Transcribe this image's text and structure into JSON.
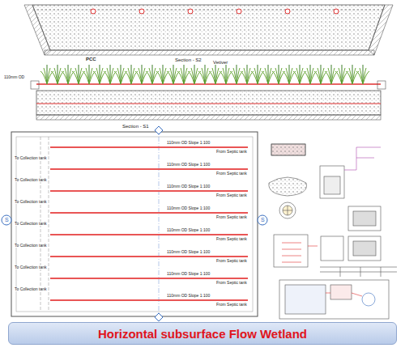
{
  "diagram": {
    "title": "Horizontal subsurface Flow Wetland",
    "labels": [
      "Section - S2",
      "PCC",
      "Vetiver",
      "110mm OD",
      "Section - S1",
      "S",
      "S",
      "110mm OD Slope 1:100",
      "From Septic tank",
      "110mm OD Slope 1:100",
      "From Septic tank",
      "110mm OD Slope 1:100",
      "From Septic tank",
      "110mm OD Slope 1:100",
      "From Septic tank",
      "110mm OD Slope 1:100",
      "From Septic tank",
      "110mm OD Slope 1:100",
      "From Septic tank",
      "110mm OD Slope 1:100",
      "From Septic tank",
      "110mm OD Slope 1:100",
      "From Septic tank",
      "To Collection tank",
      "To Collection tank",
      "To Collection tank",
      "To Collection tank",
      "To Collection tank",
      "To Collection tank",
      "To Collection tank"
    ]
  }
}
